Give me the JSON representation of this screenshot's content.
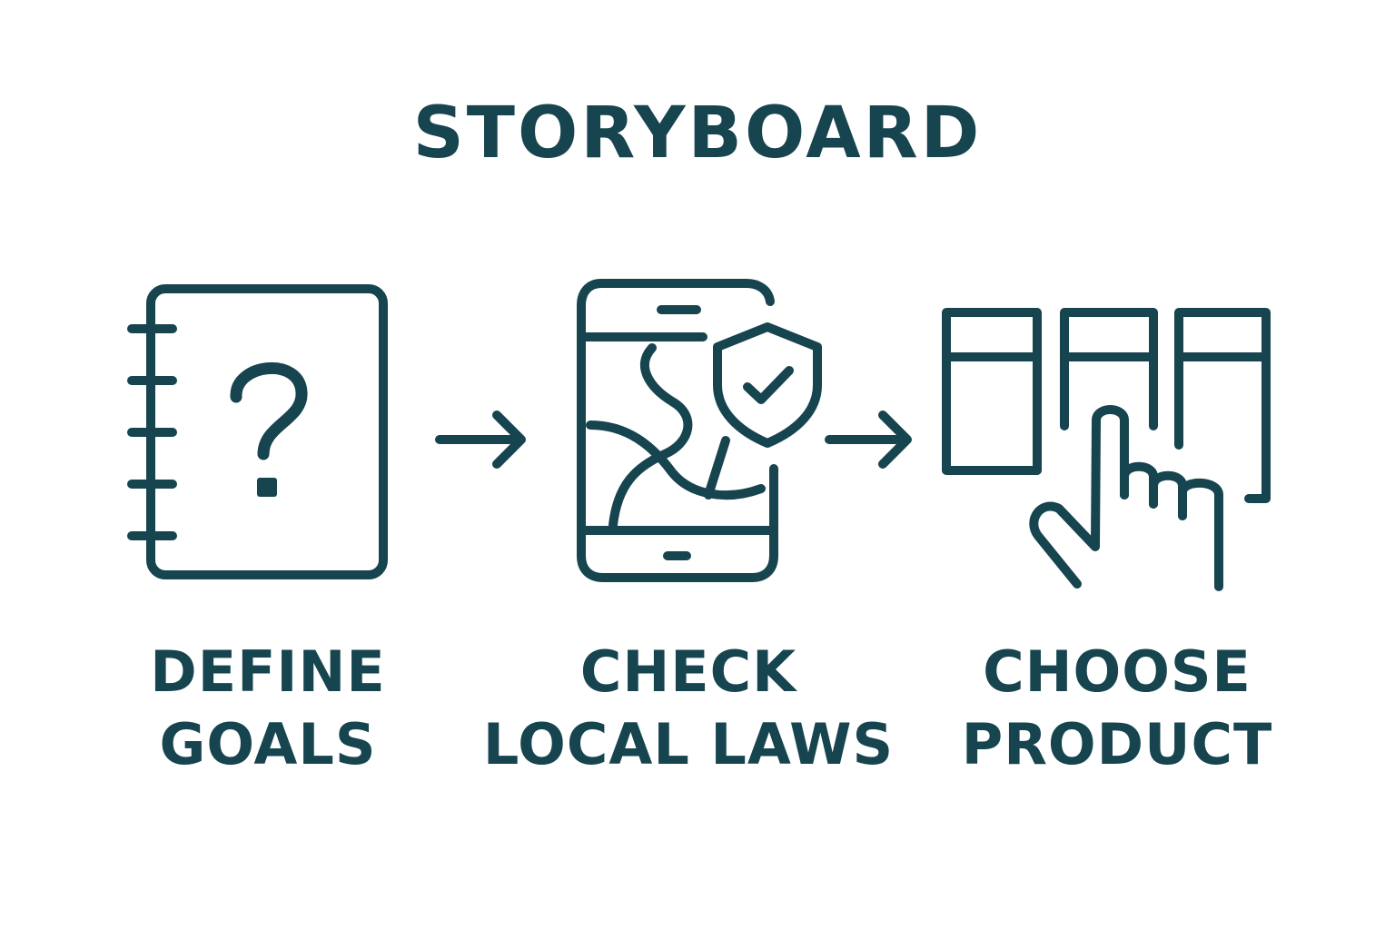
{
  "title": "STORYBOARD",
  "colors": {
    "ink": "#16444f",
    "background": "#ffffff"
  },
  "steps": [
    {
      "icon": "notebook-question-icon",
      "line1": "DEFINE",
      "line2": "GOALS"
    },
    {
      "icon": "phone-map-shield-icon",
      "line1": "CHECK",
      "line2": "LOCAL LAWS"
    },
    {
      "icon": "product-pointing-hand-icon",
      "line1": "CHOOSE",
      "line2": "PRODUCT"
    }
  ],
  "connectors": [
    "arrow-right-icon",
    "arrow-right-icon"
  ]
}
